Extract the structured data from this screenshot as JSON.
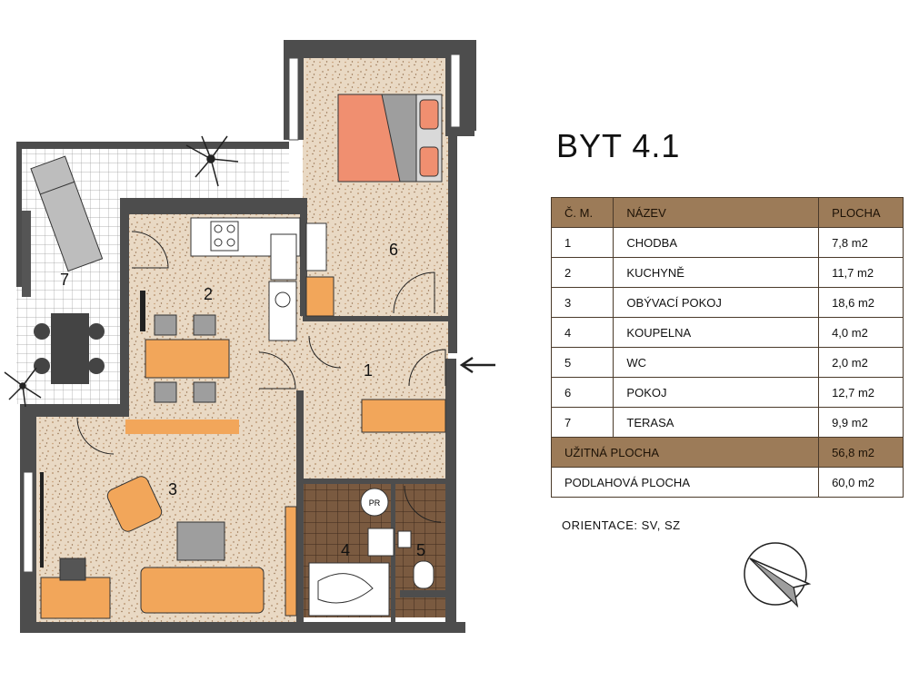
{
  "title": "BYT 4.1",
  "table": {
    "headers": [
      "Č. M.",
      "NÁZEV",
      "PLOCHA"
    ],
    "rows": [
      {
        "num": "1",
        "name": "CHODBA",
        "area": "7,8 m2"
      },
      {
        "num": "2",
        "name": "KUCHYNĚ",
        "area": "11,7 m2"
      },
      {
        "num": "3",
        "name": "OBÝVACÍ POKOJ",
        "area": "18,6 m2"
      },
      {
        "num": "4",
        "name": "KOUPELNA",
        "area": "4,0 m2"
      },
      {
        "num": "5",
        "name": "WC",
        "area": "2,0 m2"
      },
      {
        "num": "6",
        "name": "POKOJ",
        "area": "12,7 m2"
      },
      {
        "num": "7",
        "name": "TERASA",
        "area": "9,9 m2"
      }
    ],
    "usable": {
      "label": "UŽITNÁ PLOCHA",
      "area": "56,8 m2"
    },
    "floor": {
      "label": "PODLAHOVÁ PLOCHA",
      "area": "60,0 m2"
    }
  },
  "orientation": "ORIENTACE: SV, SZ",
  "plan": {
    "room_labels": {
      "r1": "1",
      "r2": "2",
      "r3": "3",
      "r4": "4",
      "r5": "5",
      "r6": "6",
      "r7": "7"
    },
    "pr_label": "PR"
  },
  "colors": {
    "wall": "#4d4d4d",
    "floor": "#e9d9c4",
    "furniture": "#f2a65a",
    "bed": "#f08f70",
    "table_header": "#9c7b58"
  }
}
